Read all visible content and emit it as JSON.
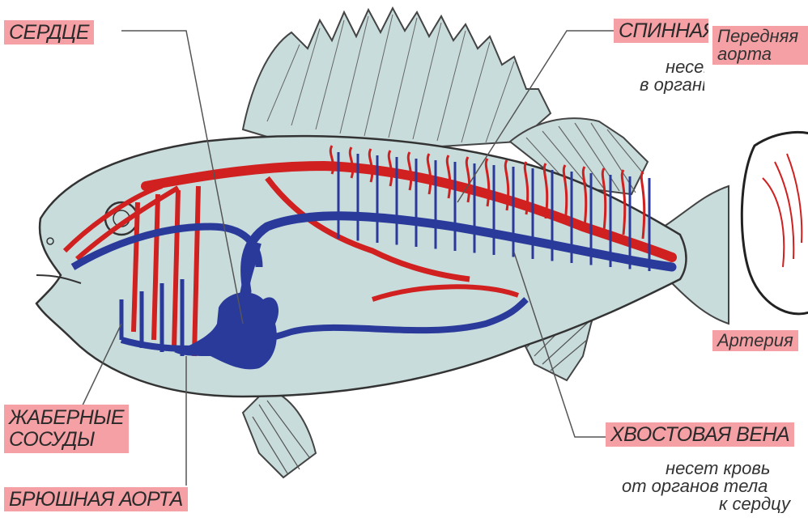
{
  "labels": {
    "heart": "СЕРДЦЕ",
    "dorsal_aorta": "СПИННАЯ АОРТА",
    "gill_vessels": [
      "ЖАБЕРНЫЕ",
      "СОСУДЫ"
    ],
    "ventral_aorta": "БРЮШНАЯ АОРТА",
    "tail_vein": "ХВОСТОВАЯ ВЕНА"
  },
  "notes": {
    "dorsal_aorta_note": [
      "несет кровь",
      "в органы"
    ],
    "tail_vein_note": [
      "несет кровь",
      "от органов тела",
      "к сердцу"
    ]
  },
  "inset": {
    "top_label": [
      "Передняя",
      "аорта"
    ],
    "bottom_label": "Артерия"
  },
  "colors": {
    "label_bg": "#f5a0a4",
    "fish_body": "#c9dcdc",
    "artery": "#d02020",
    "vein": "#2a3a9a"
  }
}
